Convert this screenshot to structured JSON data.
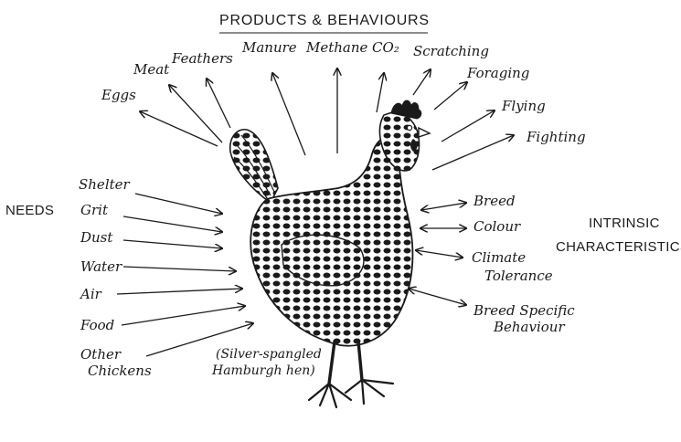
{
  "title": "PRODUCTS & BEHAVIOURS",
  "products": [
    "Eggs",
    "Meat",
    "Feathers",
    "Manure",
    "Methane",
    "CO₂",
    "Scratching",
    "Foraging",
    "Flying",
    "Fighting"
  ],
  "needs_heading": "NEEDS",
  "needs": [
    "Shelter",
    "Grit",
    "Dust",
    "Water",
    "Air",
    "Food",
    "Other",
    "Chickens"
  ],
  "intrinsic_heading_line1": "INTRINSIC",
  "intrinsic_heading_line2": "CHARACTERISTICS",
  "intrinsic": [
    "Breed",
    "Colour",
    "Climate",
    "Tolerance",
    "Breed Specific",
    "Behaviour"
  ],
  "caption_line1": "(Silver-spangled",
  "caption_line2": "Hamburgh hen)",
  "colors": {
    "ink": "#1a1a1a",
    "paper": "#ffffff"
  }
}
